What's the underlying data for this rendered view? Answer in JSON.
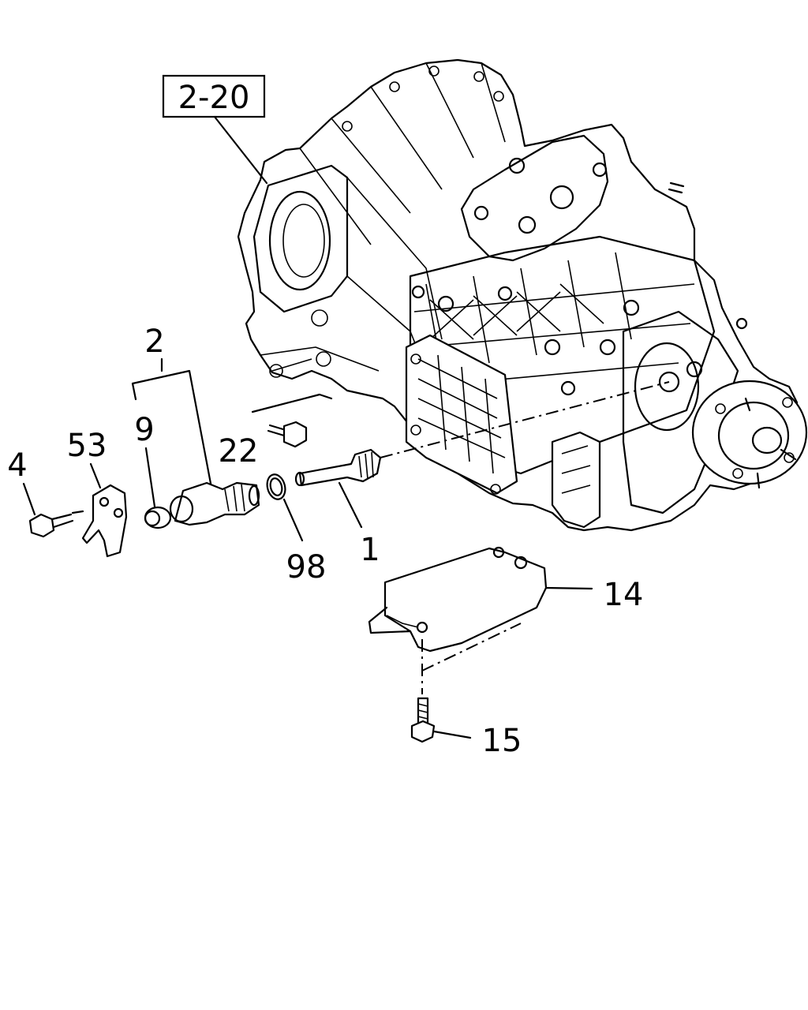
{
  "callouts": {
    "assembly_ref": "2-20",
    "c1": "1",
    "c2": "2",
    "c4": "4",
    "c9": "9",
    "c14": "14",
    "c15": "15",
    "c22": "22",
    "c53": "53",
    "c98": "98"
  }
}
